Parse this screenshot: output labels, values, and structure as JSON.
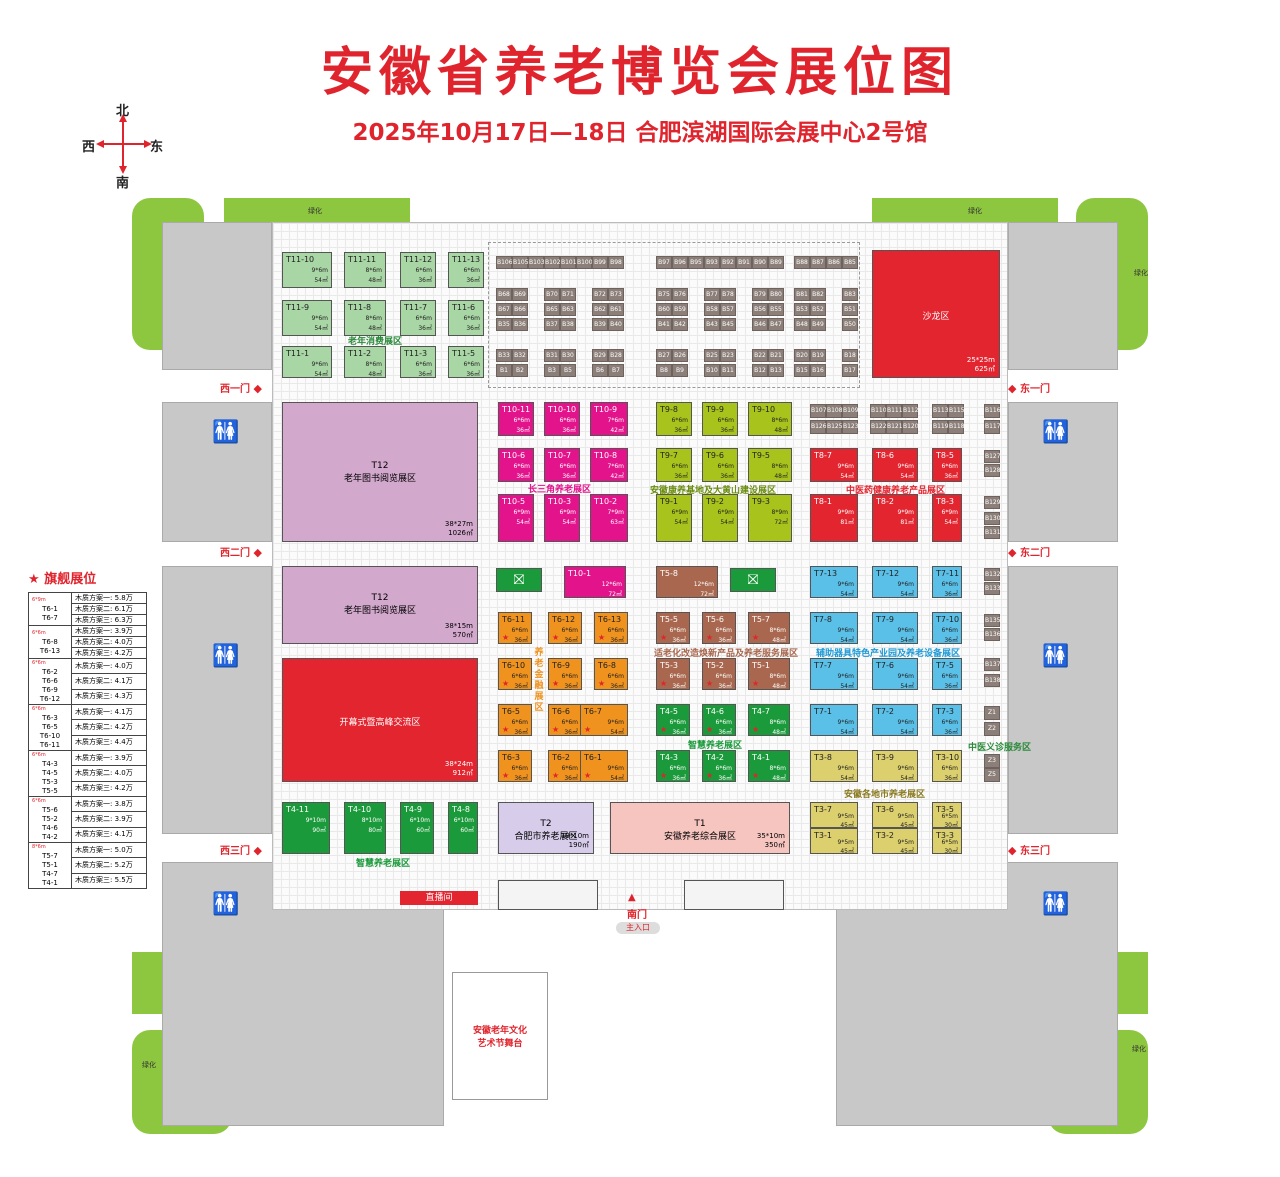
{
  "header": {
    "title": "安徽省养老博览会展位图",
    "subtitle": "2025年10月17日—18日  合肥滨湖国际会展中心2号馆"
  },
  "compass": {
    "north": "北",
    "south": "南",
    "west": "西",
    "east": "东"
  },
  "green_label": "绿化",
  "doors": {
    "west1": "西一门",
    "west2": "西二门",
    "west3": "西三门",
    "east1": "东一门",
    "east2": "东二门",
    "east3": "东三门",
    "south": "南门",
    "main_entrance": "主入口"
  },
  "zones": {
    "elder_consumer": "老年消费展区",
    "yangtze": "长三角养老展区",
    "anhui_health": "安徽康养基地及大黄山建设展区",
    "tcm_health": "中医药健康养老产品展区",
    "aging_renovation": "适老化改造焕新产品及养老服务展区",
    "assistive": "辅助器具特色产业园及养老设备展区",
    "finance": "养老金融展区",
    "smart1": "智慧养老展区",
    "smart2": "智慧养老展区",
    "tcm_service": "中医义诊服务区",
    "anhui_cities": "安徽各地市养老展区",
    "live_room": "直播间",
    "stage1": "安徽老年文化",
    "stage2": "艺术节舞台"
  },
  "big": {
    "salon": {
      "name": "沙龙区",
      "size": "25*25m",
      "area": "625㎡"
    },
    "t12a": {
      "id": "T12",
      "name": "老年图书阅览展区",
      "size": "38*27m",
      "area": "1026㎡"
    },
    "t12b": {
      "id": "T12",
      "name": "老年图书阅览展区",
      "size": "38*15m",
      "area": "570㎡"
    },
    "forum": {
      "name": "开幕式暨高峰交流区",
      "size": "38*24m",
      "area": "912㎡"
    },
    "t2": {
      "id": "T2",
      "name": "合肥市养老展区",
      "size": "19*10m",
      "area": "190㎡"
    },
    "t1": {
      "id": "T1",
      "name": "安徽养老综合展区",
      "size": "35*10m",
      "area": "350㎡"
    }
  },
  "flagship": {
    "title": "旗舰展位",
    "rows": [
      [
        "6*9m",
        "T6-1 T6-7",
        "木质方案一: 5.8万",
        "木质方案二: 6.1万",
        "木质方案三: 6.3万"
      ],
      [
        "6*6m",
        "T6-8 T6-13",
        "木质方案一: 3.9万",
        "木质方案二: 4.0万",
        "木质方案三: 4.2万"
      ],
      [
        "6*6m",
        "T6-2 T6-6 T6-9 T6-12",
        "木质方案一: 4.0万",
        "木质方案二: 4.1万",
        "木质方案三: 4.3万"
      ],
      [
        "6*6m",
        "T6-3 T6-5 T6-10 T6-11",
        "木质方案一: 4.1万",
        "木质方案二: 4.2万",
        "木质方案三: 4.4万"
      ],
      [
        "6*6m",
        "T4-3 T4-5 T5-3 T5-5",
        "木质方案一: 3.9万",
        "木质方案二: 4.0万",
        "木质方案三: 4.2万"
      ],
      [
        "6*6m",
        "T5-6 T5-2 T4-6 T4-2",
        "木质方案一: 3.8万",
        "木质方案二: 3.9万",
        "木质方案三: 4.1万"
      ],
      [
        "8*6m",
        "T5-7 T5-1 T4-7 T4-1",
        "木质方案一: 5.0万",
        "木质方案二: 5.2万",
        "木质方案三: 5.5万"
      ]
    ]
  },
  "booths": [
    {
      "id": "T11-10",
      "size": "9*6m",
      "area": "54㎡",
      "color": "#a9d6a5"
    },
    {
      "id": "T11-11",
      "size": "8*6m",
      "area": "48㎡",
      "color": "#a9d6a5"
    },
    {
      "id": "T11-12",
      "size": "6*6m",
      "area": "36㎡",
      "color": "#a9d6a5"
    },
    {
      "id": "T11-13",
      "size": "6*6m",
      "area": "36㎡",
      "color": "#a9d6a5"
    },
    {
      "id": "T11-9",
      "size": "9*6m",
      "area": "54㎡",
      "color": "#a9d6a5"
    },
    {
      "id": "T11-8",
      "size": "8*6m",
      "area": "48㎡",
      "color": "#a9d6a5"
    },
    {
      "id": "T11-7",
      "size": "6*6m",
      "area": "36㎡",
      "color": "#a9d6a5"
    },
    {
      "id": "T11-6",
      "size": "6*6m",
      "area": "36㎡",
      "color": "#a9d6a5"
    },
    {
      "id": "T11-1",
      "size": "9*6m",
      "area": "54㎡",
      "color": "#a9d6a5"
    },
    {
      "id": "T11-2",
      "size": "8*6m",
      "area": "48㎡",
      "color": "#a9d6a5"
    },
    {
      "id": "T11-3",
      "size": "6*6m",
      "area": "36㎡",
      "color": "#a9d6a5"
    },
    {
      "id": "T11-5",
      "size": "6*6m",
      "area": "36㎡",
      "color": "#a9d6a5"
    },
    {
      "id": "T10-11",
      "size": "6*6m",
      "area": "36㎡",
      "color": "#e3138c"
    },
    {
      "id": "T10-10",
      "size": "6*6m",
      "area": "36㎡",
      "color": "#e3138c"
    },
    {
      "id": "T10-9",
      "size": "7*6m",
      "area": "42㎡",
      "color": "#e3138c"
    },
    {
      "id": "T10-6",
      "size": "6*6m",
      "area": "36㎡",
      "color": "#e3138c"
    },
    {
      "id": "T10-7",
      "size": "6*6m",
      "area": "36㎡",
      "color": "#e3138c"
    },
    {
      "id": "T10-8",
      "size": "7*6m",
      "area": "42㎡",
      "color": "#e3138c"
    },
    {
      "id": "T10-5",
      "size": "6*9m",
      "area": "54㎡",
      "color": "#e3138c"
    },
    {
      "id": "T10-3",
      "size": "6*9m",
      "area": "54㎡",
      "color": "#e3138c"
    },
    {
      "id": "T10-2",
      "size": "7*9m",
      "area": "63㎡",
      "color": "#e3138c"
    },
    {
      "id": "T9-8",
      "size": "6*6m",
      "area": "36㎡",
      "color": "#a8c41c"
    },
    {
      "id": "T9-9",
      "size": "6*6m",
      "area": "36㎡",
      "color": "#a8c41c"
    },
    {
      "id": "T9-10",
      "size": "8*6m",
      "area": "48㎡",
      "color": "#a8c41c"
    },
    {
      "id": "T9-7",
      "size": "6*6m",
      "area": "36㎡",
      "color": "#a8c41c"
    },
    {
      "id": "T9-6",
      "size": "6*6m",
      "area": "36㎡",
      "color": "#a8c41c"
    },
    {
      "id": "T9-5",
      "size": "8*6m",
      "area": "48㎡",
      "color": "#a8c41c"
    },
    {
      "id": "T9-1",
      "size": "6*9m",
      "area": "54㎡",
      "color": "#a8c41c"
    },
    {
      "id": "T9-2",
      "size": "6*9m",
      "area": "54㎡",
      "color": "#a8c41c"
    },
    {
      "id": "T9-3",
      "size": "8*9m",
      "area": "72㎡",
      "color": "#a8c41c"
    },
    {
      "id": "T8-7",
      "size": "9*6m",
      "area": "54㎡",
      "color": "#e32530"
    },
    {
      "id": "T8-6",
      "size": "9*6m",
      "area": "54㎡",
      "color": "#e32530"
    },
    {
      "id": "T8-5",
      "size": "6*6m",
      "area": "36㎡",
      "color": "#e32530"
    },
    {
      "id": "T8-1",
      "size": "9*9m",
      "area": "81㎡",
      "color": "#e32530"
    },
    {
      "id": "T8-2",
      "size": "9*9m",
      "area": "81㎡",
      "color": "#e32530"
    },
    {
      "id": "T8-3",
      "size": "6*9m",
      "area": "54㎡",
      "color": "#e32530"
    },
    {
      "id": "T10-1",
      "size": "12*6m",
      "area": "72㎡",
      "color": "#e3138c"
    },
    {
      "id": "T5-8",
      "size": "12*6m",
      "area": "72㎡",
      "color": "#a8674e"
    },
    {
      "id": "T7-13",
      "size": "9*6m",
      "area": "54㎡",
      "color": "#5bc0e8"
    },
    {
      "id": "T7-12",
      "size": "9*6m",
      "area": "54㎡",
      "color": "#5bc0e8"
    },
    {
      "id": "T7-11",
      "size": "6*6m",
      "area": "36㎡",
      "color": "#5bc0e8"
    },
    {
      "id": "T7-8",
      "size": "9*6m",
      "area": "54㎡",
      "color": "#5bc0e8"
    },
    {
      "id": "T7-9",
      "size": "9*6m",
      "area": "54㎡",
      "color": "#5bc0e8"
    },
    {
      "id": "T7-10",
      "size": "6*6m",
      "area": "36㎡",
      "color": "#5bc0e8"
    },
    {
      "id": "T7-7",
      "size": "9*6m",
      "area": "54㎡",
      "color": "#5bc0e8"
    },
    {
      "id": "T7-6",
      "size": "9*6m",
      "area": "54㎡",
      "color": "#5bc0e8"
    },
    {
      "id": "T7-5",
      "size": "6*6m",
      "area": "36㎡",
      "color": "#5bc0e8"
    },
    {
      "id": "T7-1",
      "size": "9*6m",
      "area": "54㎡",
      "color": "#5bc0e8"
    },
    {
      "id": "T7-2",
      "size": "9*6m",
      "area": "54㎡",
      "color": "#5bc0e8"
    },
    {
      "id": "T7-3",
      "size": "6*6m",
      "area": "36㎡",
      "color": "#5bc0e8"
    },
    {
      "id": "T6-11",
      "size": "6*6m",
      "area": "36㎡",
      "color": "#f0921e"
    },
    {
      "id": "T6-12",
      "size": "6*6m",
      "area": "36㎡",
      "color": "#f0921e"
    },
    {
      "id": "T6-13",
      "size": "6*6m",
      "area": "36㎡",
      "color": "#f0921e"
    },
    {
      "id": "T6-10",
      "size": "6*6m",
      "area": "36㎡",
      "color": "#f0921e"
    },
    {
      "id": "T6-9",
      "size": "6*6m",
      "area": "36㎡",
      "color": "#f0921e"
    },
    {
      "id": "T6-8",
      "size": "6*6m",
      "area": "36㎡",
      "color": "#f0921e"
    },
    {
      "id": "T6-5",
      "size": "6*6m",
      "area": "36㎡",
      "color": "#f0921e"
    },
    {
      "id": "T6-6",
      "size": "6*6m",
      "area": "36㎡",
      "color": "#f0921e"
    },
    {
      "id": "T6-7",
      "size": "9*6m",
      "area": "54㎡",
      "color": "#f0921e"
    },
    {
      "id": "T6-3",
      "size": "6*6m",
      "area": "36㎡",
      "color": "#f0921e"
    },
    {
      "id": "T6-2",
      "size": "6*6m",
      "area": "36㎡",
      "color": "#f0921e"
    },
    {
      "id": "T6-1",
      "size": "9*6m",
      "area": "54㎡",
      "color": "#f0921e"
    },
    {
      "id": "T5-5",
      "size": "6*6m",
      "area": "36㎡",
      "color": "#a8674e"
    },
    {
      "id": "T5-6",
      "size": "6*6m",
      "area": "36㎡",
      "color": "#a8674e"
    },
    {
      "id": "T5-7",
      "size": "8*6m",
      "area": "48㎡",
      "color": "#a8674e"
    },
    {
      "id": "T5-3",
      "size": "6*6m",
      "area": "36㎡",
      "color": "#a8674e"
    },
    {
      "id": "T5-2",
      "size": "6*6m",
      "area": "36㎡",
      "color": "#a8674e"
    },
    {
      "id": "T5-1",
      "size": "8*6m",
      "area": "48㎡",
      "color": "#a8674e"
    },
    {
      "id": "T4-5",
      "size": "6*6m",
      "area": "36㎡",
      "color": "#1a9a3a"
    },
    {
      "id": "T4-6",
      "size": "6*6m",
      "area": "36㎡",
      "color": "#1a9a3a"
    },
    {
      "id": "T4-7",
      "size": "8*6m",
      "area": "48㎡",
      "color": "#1a9a3a"
    },
    {
      "id": "T4-3",
      "size": "6*6m",
      "area": "36㎡",
      "color": "#1a9a3a"
    },
    {
      "id": "T4-2",
      "size": "6*6m",
      "area": "36㎡",
      "color": "#1a9a3a"
    },
    {
      "id": "T4-1",
      "size": "8*6m",
      "area": "48㎡",
      "color": "#1a9a3a"
    },
    {
      "id": "T3-8",
      "size": "9*6m",
      "area": "54㎡",
      "color": "#dccf6e"
    },
    {
      "id": "T3-9",
      "size": "9*6m",
      "area": "54㎡",
      "color": "#dccf6e"
    },
    {
      "id": "T3-10",
      "size": "6*6m",
      "area": "36㎡",
      "color": "#dccf6e"
    },
    {
      "id": "T3-7",
      "size": "9*5m",
      "area": "45㎡",
      "color": "#dccf6e"
    },
    {
      "id": "T3-6",
      "size": "9*5m",
      "area": "45㎡",
      "color": "#dccf6e"
    },
    {
      "id": "T3-5",
      "size": "6*5m",
      "area": "30㎡",
      "color": "#dccf6e"
    },
    {
      "id": "T3-1",
      "size": "9*5m",
      "area": "45㎡",
      "color": "#dccf6e"
    },
    {
      "id": "T3-2",
      "size": "9*5m",
      "area": "45㎡",
      "color": "#dccf6e"
    },
    {
      "id": "T3-3",
      "size": "6*5m",
      "area": "30㎡",
      "color": "#dccf6e"
    },
    {
      "id": "T4-11",
      "size": "9*10m",
      "area": "90㎡",
      "color": "#1a9a3a"
    },
    {
      "id": "T4-10",
      "size": "8*10m",
      "area": "80㎡",
      "color": "#1a9a3a"
    },
    {
      "id": "T4-9",
      "size": "6*10m",
      "area": "60㎡",
      "color": "#1a9a3a"
    },
    {
      "id": "T4-8",
      "size": "6*10m",
      "area": "60㎡",
      "color": "#1a9a3a"
    }
  ],
  "small_booths": [
    "B106",
    "B105",
    "B103",
    "B102",
    "B101",
    "B100",
    "B99",
    "B98",
    "B97",
    "B96",
    "B95",
    "B93",
    "B92",
    "B91",
    "B90",
    "B89",
    "B88",
    "B87",
    "B86",
    "B85",
    "B68",
    "B69",
    "B70",
    "B71",
    "B72",
    "B73",
    "B75",
    "B76",
    "B77",
    "B78",
    "B79",
    "B80",
    "B81",
    "B82",
    "B83",
    "B67",
    "B66",
    "B65",
    "B63",
    "B62",
    "B61",
    "B60",
    "B59",
    "B58",
    "B57",
    "B56",
    "B55",
    "B53",
    "B52",
    "B51",
    "B35",
    "B36",
    "B37",
    "B38",
    "B39",
    "B40",
    "B41",
    "B42",
    "B43",
    "B45",
    "B46",
    "B47",
    "B48",
    "B49",
    "B50",
    "B33",
    "B32",
    "B31",
    "B30",
    "B29",
    "B28",
    "B27",
    "B26",
    "B25",
    "B23",
    "B22",
    "B21",
    "B20",
    "B19",
    "B18",
    "B1",
    "B2",
    "B3",
    "B5",
    "B6",
    "B7",
    "B8",
    "B9",
    "B10",
    "B11",
    "B12",
    "B13",
    "B15",
    "B16",
    "B17",
    "B107",
    "B108",
    "B109",
    "B110",
    "B111",
    "B112",
    "B113",
    "B115",
    "B116",
    "B126",
    "B125",
    "B123",
    "B122",
    "B121",
    "B120",
    "B119",
    "B118",
    "B117",
    "B127",
    "B128",
    "B129",
    "B130",
    "B131",
    "B132",
    "B133",
    "B135",
    "B136",
    "B137",
    "B138",
    "Z1",
    "Z2",
    "Z3",
    "Z5"
  ]
}
